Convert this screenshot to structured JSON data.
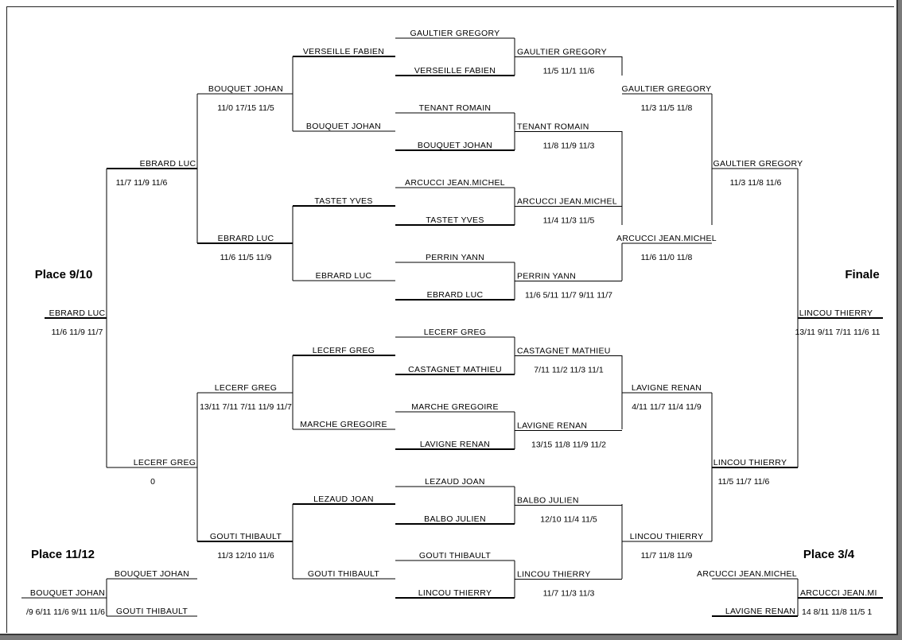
{
  "headings": {
    "place_9_10": "Place 9/10",
    "finale": "Finale",
    "place_11_12": "Place 11/12",
    "place_3_4": "Place 3/4"
  },
  "upper_left": {
    "r1": [
      "VERSEILLE FABIEN",
      "BOUQUET JOHAN",
      "TASTET YVES",
      "EBRARD LUC"
    ],
    "r2": [
      "BOUQUET JOHAN",
      "EBRARD LUC"
    ],
    "r2_scores": [
      "11/0 17/15 11/5",
      "11/6 11/5 11/9"
    ],
    "r3": "EBRARD LUC",
    "r3_score": "11/7 11/9 11/6"
  },
  "lower_left": {
    "r1": [
      "LECERF GREG",
      "MARCHE GREGOIRE",
      "LEZAUD JOAN",
      "GOUTI THIBAULT"
    ],
    "r2": [
      "LECERF GREG",
      "GOUTI THIBAULT"
    ],
    "r2_scores": [
      "13/11 7/11 7/11 11/9 11/7",
      "11/3 12/10 11/6"
    ],
    "r3": "LECERF GREG",
    "r3_score": "0"
  },
  "place_9_10": {
    "winner": "EBRARD LUC",
    "score": "11/6 11/9 11/7"
  },
  "place_11_12": {
    "top": "BOUQUET JOHAN",
    "bottom": "GOUTI THIBAULT",
    "winner": "BOUQUET JOHAN",
    "score": "/9 6/11 11/6 9/11 11/6"
  },
  "center_upper": {
    "pairs": [
      [
        "GAULTIER GREGORY",
        "VERSEILLE FABIEN"
      ],
      [
        "TENANT ROMAIN",
        "BOUQUET JOHAN"
      ],
      [
        "ARCUCCI JEAN.MICHEL",
        "TASTET YVES"
      ],
      [
        "PERRIN YANN",
        "EBRARD LUC"
      ]
    ],
    "winners": [
      "GAULTIER GREGORY",
      "TENANT ROMAIN",
      "ARCUCCI JEAN.MICHEL",
      "PERRIN YANN"
    ],
    "scores": [
      "11/5 11/1 11/6",
      "11/8 11/9 11/3",
      "11/4 11/3 11/5",
      "11/6 5/11 11/7 9/11 11/7"
    ]
  },
  "center_lower": {
    "pairs": [
      [
        "LECERF GREG",
        "CASTAGNET MATHIEU"
      ],
      [
        "MARCHE GREGOIRE",
        "LAVIGNE RENAN"
      ],
      [
        "LEZAUD JOAN",
        "BALBO JULIEN"
      ],
      [
        "GOUTI THIBAULT",
        "LINCOU THIERRY"
      ]
    ],
    "winners": [
      "CASTAGNET MATHIEU",
      "LAVIGNE RENAN",
      "BALBO JULIEN",
      "LINCOU THIERRY"
    ],
    "scores": [
      "7/11 11/2 11/3 11/1",
      "13/15 11/8 11/9 11/2",
      "12/10 11/4 11/5",
      "11/7 11/3 11/3"
    ]
  },
  "upper_right": {
    "r2": [
      "GAULTIER GREGORY",
      "ARCUCCI JEAN.MICHEL"
    ],
    "r2_scores": [
      "11/3 11/5 11/8",
      "11/6 11/0 11/8"
    ],
    "r3": "GAULTIER GREGORY",
    "r3_score": "11/3 11/8 11/6"
  },
  "lower_right": {
    "r2": [
      "LAVIGNE RENAN",
      "LINCOU THIERRY"
    ],
    "r2_scores": [
      "4/11 11/7 11/4 11/9",
      "11/7 11/8 11/9"
    ],
    "r3": "LINCOU THIERRY",
    "r3_score": "11/5 11/7 11/6"
  },
  "finale": {
    "winner": "LINCOU THIERRY",
    "score": "13/11 9/11 7/11 11/6 11"
  },
  "place_3_4": {
    "top": "ARCUCCI JEAN.MICHEL",
    "bottom": "LAVIGNE RENAN",
    "winner": "ARCUCCI JEAN.MI",
    "score": "14 8/11 11/8 11/5 1"
  }
}
